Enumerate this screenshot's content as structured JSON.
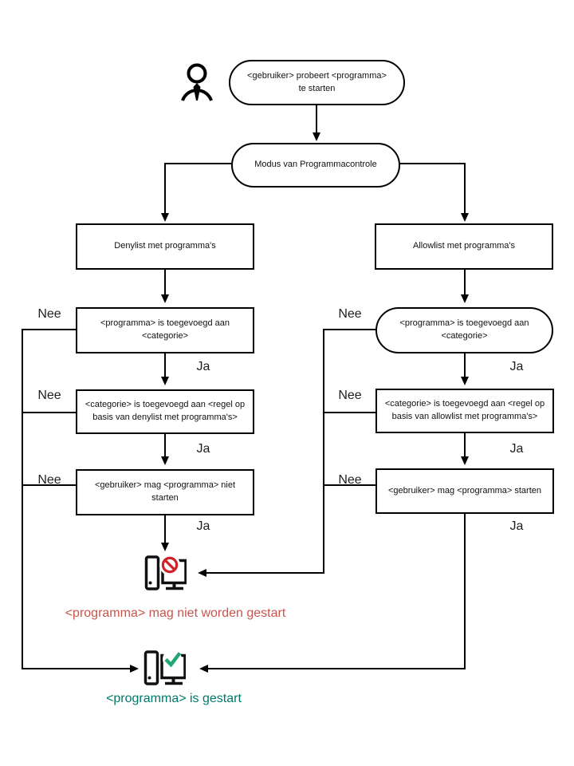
{
  "diagram": {
    "nodes": {
      "start": "<gebruiker> probeert <programma> te starten",
      "mode": "Modus van Programmacontrole",
      "denylist": "Denylist met programma's",
      "allowlist": "Allowlist met programma's",
      "program_added_deny": "<programma> is toegevoegd aan <categorie>",
      "program_added_allow": "<programma> is toegevoegd aan <categorie>",
      "category_added_deny": "<categorie> is toegevoegd aan <regel op basis van denylist met programma's>",
      "category_added_allow": "<categorie> is toegevoegd aan <regel op basis van allowlist met programma's>",
      "user_may_not_start": "<gebruiker> mag <programma> niet starten",
      "user_may_start": "<gebruiker> mag <programma> starten",
      "blocked_result": "<programma> mag niet worden gestart",
      "started_result": "<programma> is gestart"
    },
    "labels": {
      "ja": "Ja",
      "nee": "Nee"
    },
    "icons": [
      "user-icon",
      "computer-blocked-icon",
      "prohibition-icon",
      "computer-started-icon",
      "checkmark-icon"
    ],
    "colors": {
      "line": "#000000",
      "blocked_text": "#c9544d",
      "started_text": "#00796b",
      "prohibit_red": "#d02028",
      "check_green": "#23a873"
    }
  }
}
